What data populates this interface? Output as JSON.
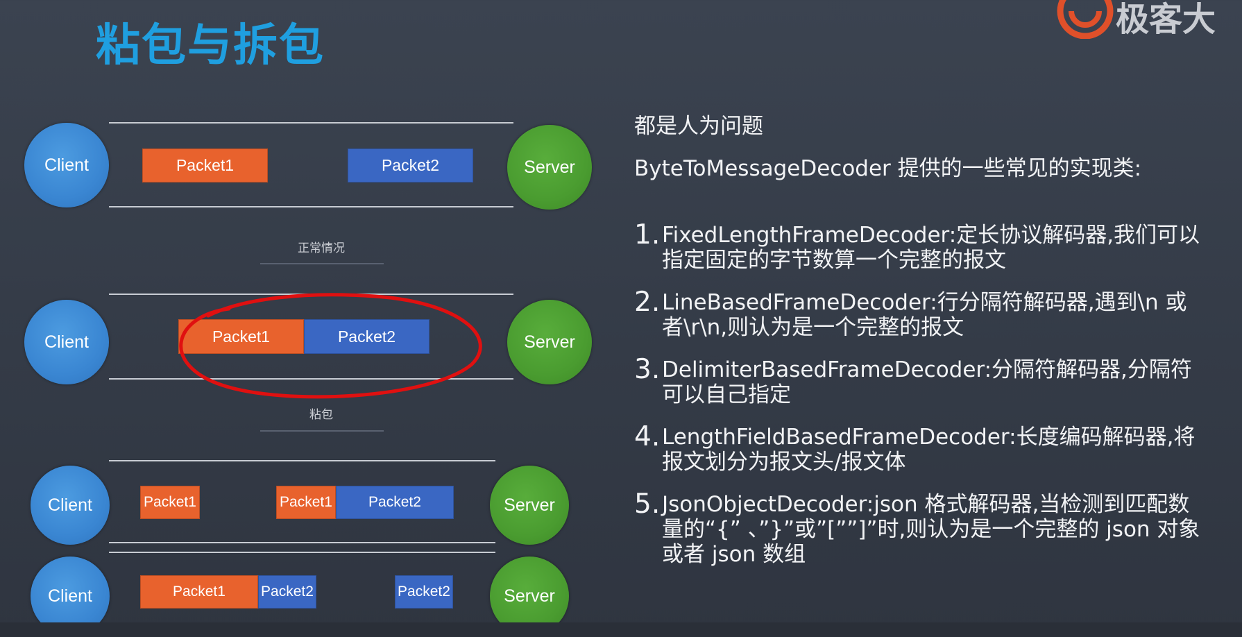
{
  "title": "粘包与拆包",
  "logo": {
    "text": "极客大"
  },
  "labels": {
    "client": "Client",
    "server": "Server",
    "packet1": "Packet1",
    "packet2": "Packet2"
  },
  "captions": {
    "normal": "正常情况",
    "sticky": "粘包"
  },
  "right": {
    "intro": "都是人为问题",
    "lead": "ByteToMessageDecoder 提供的一些常见的实现类:",
    "items": [
      {
        "n": "1.",
        "text": "FixedLengthFrameDecoder:定长协议解码器,我们可以指定固定的字节数算一个完整的报文"
      },
      {
        "n": "2.",
        "text": "LineBasedFrameDecoder:行分隔符解码器,遇到\\n 或者\\r\\n,则认为是一个完整的报文"
      },
      {
        "n": "3.",
        "text": "DelimiterBasedFrameDecoder:分隔符解码器,分隔符可以自己指定"
      },
      {
        "n": "4.",
        "text": "LengthFieldBasedFrameDecoder:长度编码解码器,将报文划分为报文头/报文体"
      },
      {
        "n": "5.",
        "text": "JsonObjectDecoder:json 格式解码器,当检测到匹配数量的“{” 、”}”或”[””]”时,则认为是一个完整的 json 对象或者 json 数组"
      }
    ]
  },
  "colors": {
    "title": "#1f9fe0",
    "packet_orange": "#e8622d",
    "packet_blue": "#3a67c3",
    "client": "#3a86d2",
    "server": "#4a9c30",
    "highlight": "#e01010"
  }
}
